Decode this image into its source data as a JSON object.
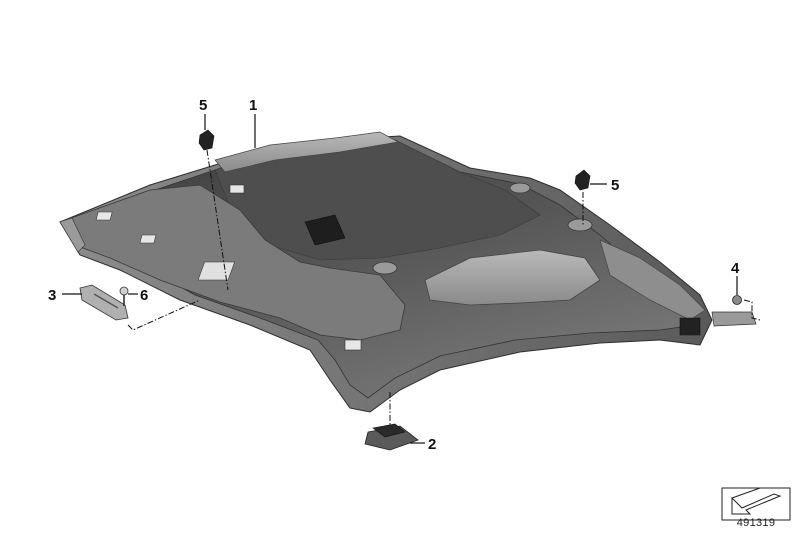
{
  "diagram": {
    "callouts": [
      {
        "id": "c1",
        "label": "1"
      },
      {
        "id": "c2",
        "label": "2"
      },
      {
        "id": "c3",
        "label": "3"
      },
      {
        "id": "c4",
        "label": "4"
      },
      {
        "id": "c5a",
        "label": "5"
      },
      {
        "id": "c5b",
        "label": "5"
      },
      {
        "id": "c6",
        "label": "6"
      }
    ],
    "reference_number": "491319",
    "colors": {
      "headliner_dark": "#4a4a4a",
      "headliner_mid": "#6e6e6e",
      "headliner_light": "#a5a5a5",
      "line": "#111111"
    }
  }
}
